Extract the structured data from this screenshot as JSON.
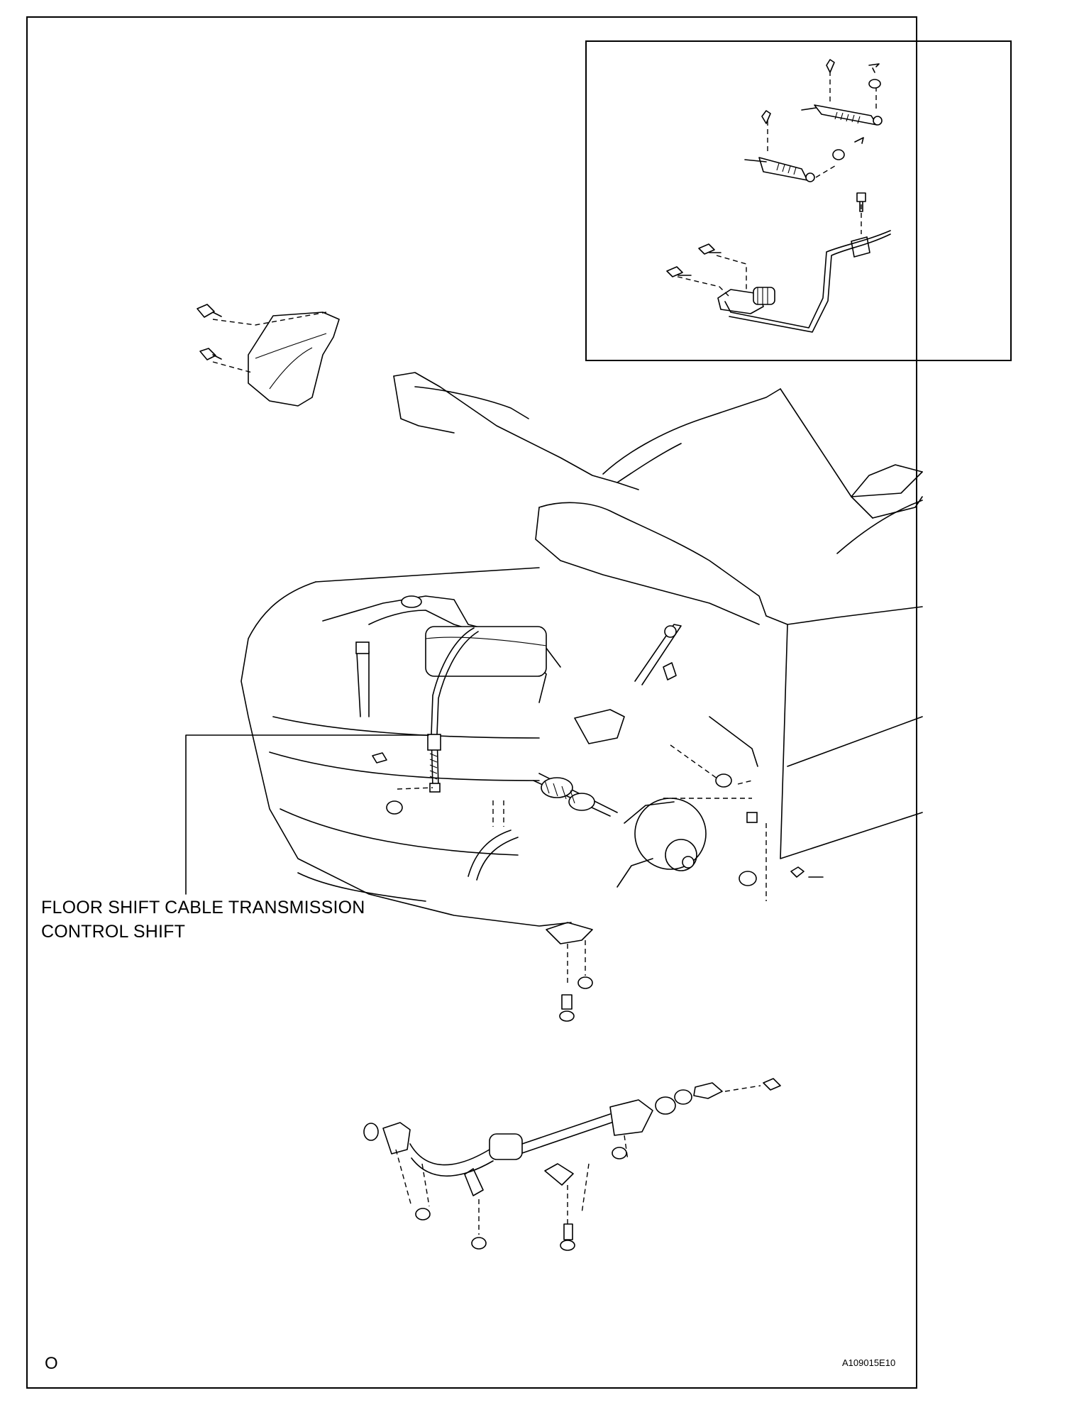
{
  "diagram": {
    "callout": {
      "line1": "FLOOR SHIFT CABLE TRANSMISSION",
      "line2": "CONTROL SHIFT"
    },
    "page_marker": "O",
    "figure_code": "A109015E10"
  }
}
